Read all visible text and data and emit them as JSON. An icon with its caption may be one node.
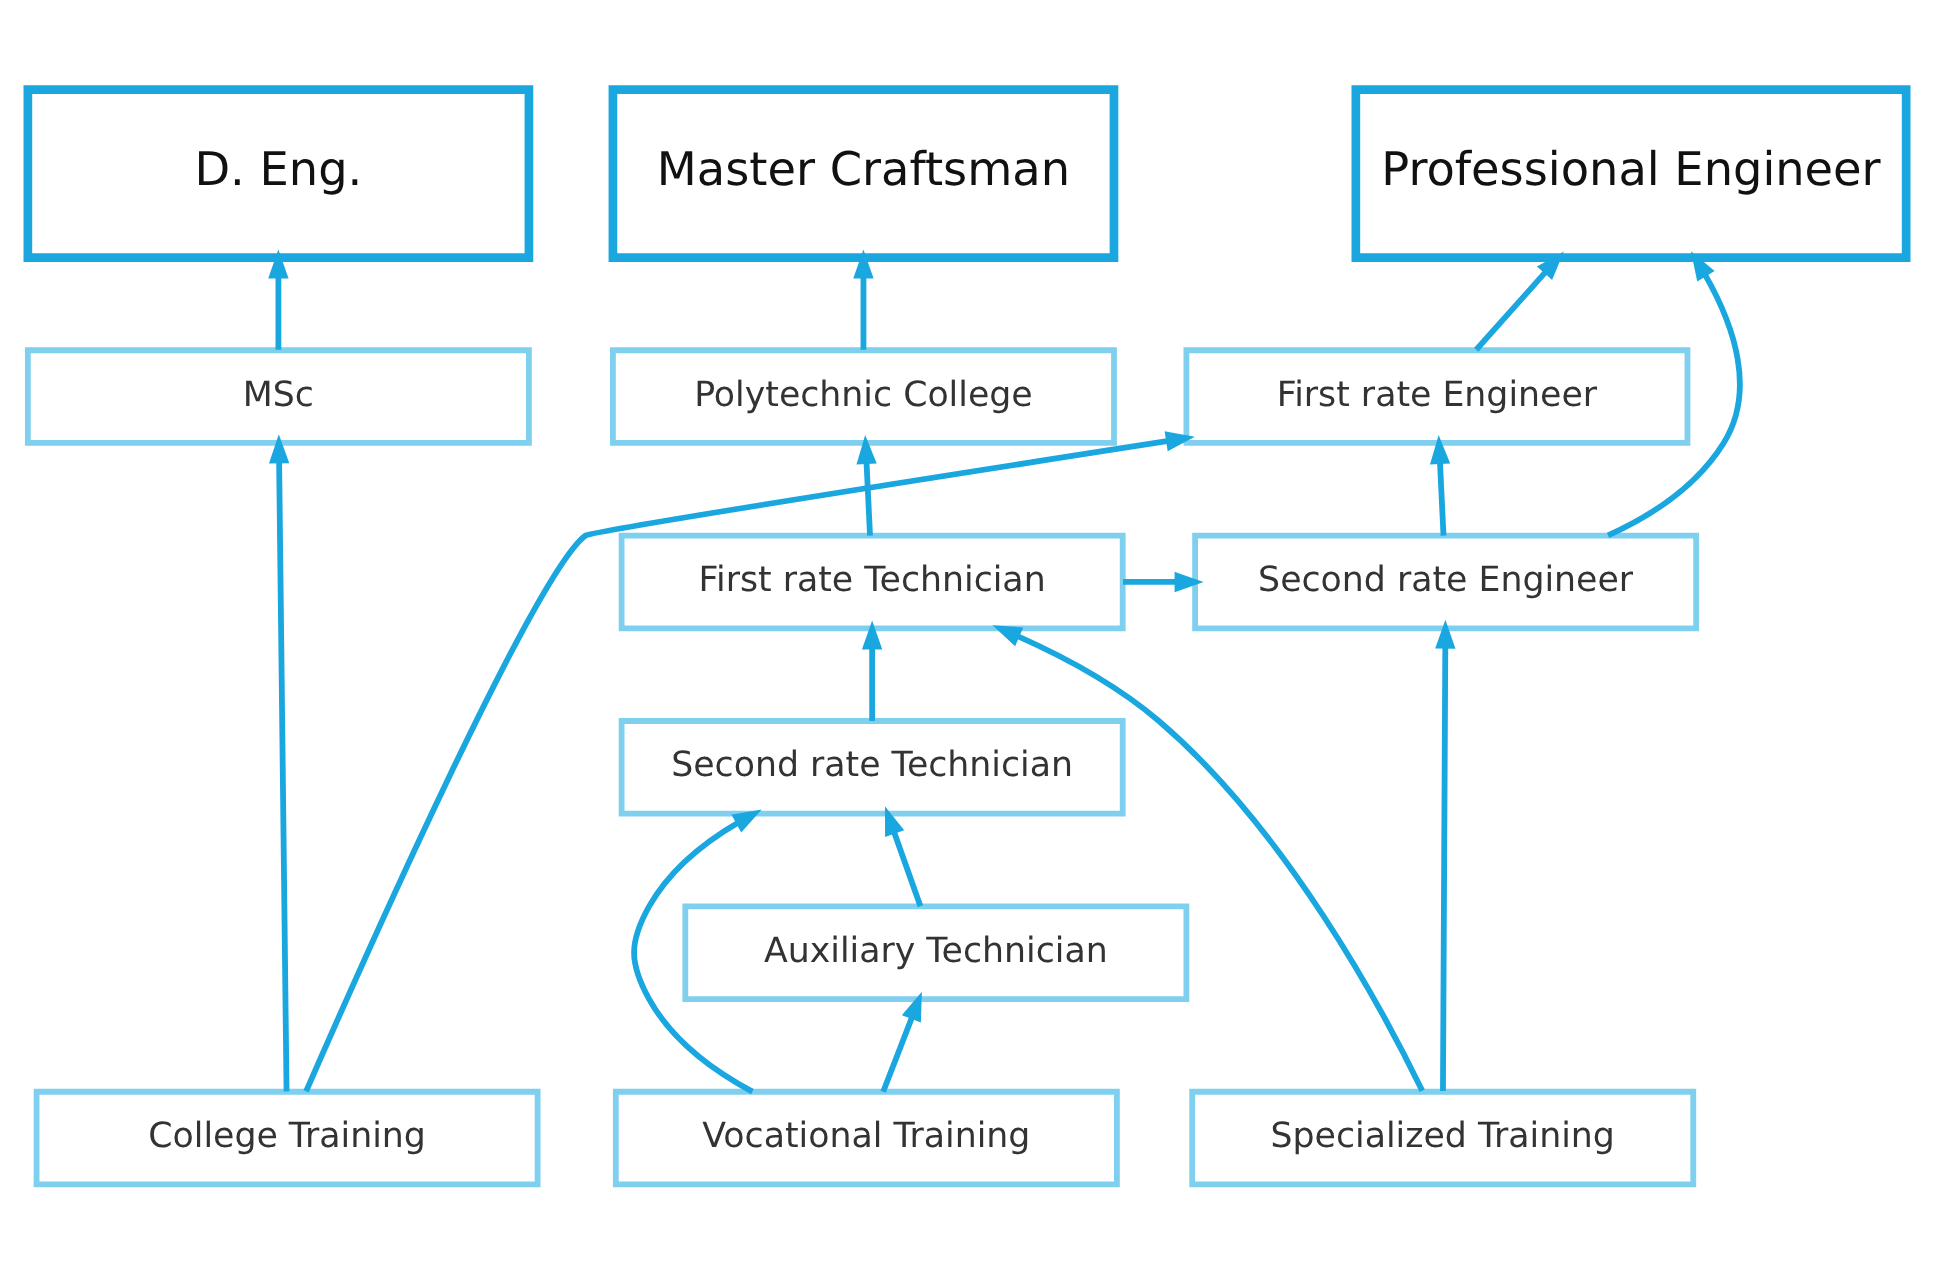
{
  "diagram": {
    "nodes": [
      {
        "text": [
          "D. Eng."
        ]
      },
      {
        "text": [
          "Professional Engineer"
        ]
      },
      {
        "text": [
          "Master Craftsman"
        ]
      },
      {
        "text": [
          "MSc"
        ]
      },
      {
        "text": [
          "First rate Engineer"
        ]
      },
      {
        "text": [
          "Polytechnic College"
        ]
      },
      {
        "text": [
          "Second rate Engineer"
        ]
      },
      {
        "text": [
          "First rate Technician"
        ]
      },
      {
        "text": [
          "Second rate Technician"
        ]
      },
      {
        "text": [
          "Auxiliary Technician"
        ]
      },
      {
        "text": [
          "College Training"
        ]
      },
      {
        "text": [
          "Specialized Training"
        ]
      },
      {
        "text": [
          "Vocational Training"
        ]
      }
    ],
    "edges": [
      {
        "from": 3,
        "to": 0,
        "arrow": "to"
      },
      {
        "from": 4,
        "to": 1,
        "arrow": "to"
      },
      {
        "from": 6,
        "to": 1,
        "arrow": "to"
      },
      {
        "from": 5,
        "to": 2,
        "arrow": "to"
      },
      {
        "from": 10,
        "to": 3,
        "arrow": "to"
      },
      {
        "from": 10,
        "to": 4,
        "arrow": "to"
      },
      {
        "from": 6,
        "to": 4,
        "arrow": "to"
      },
      {
        "from": 7,
        "to": 5,
        "arrow": "to"
      },
      {
        "from": 7,
        "to": 6,
        "arrow": "to"
      },
      {
        "from": 8,
        "to": 7,
        "arrow": "to"
      },
      {
        "from": 11,
        "to": 7,
        "arrow": "to"
      },
      {
        "from": 11,
        "to": 6,
        "arrow": "to"
      },
      {
        "from": 12,
        "to": 8,
        "arrow": "to"
      },
      {
        "from": 9,
        "to": 8,
        "arrow": "to"
      },
      {
        "from": 12,
        "to": 9,
        "arrow": "to"
      }
    ]
  }
}
